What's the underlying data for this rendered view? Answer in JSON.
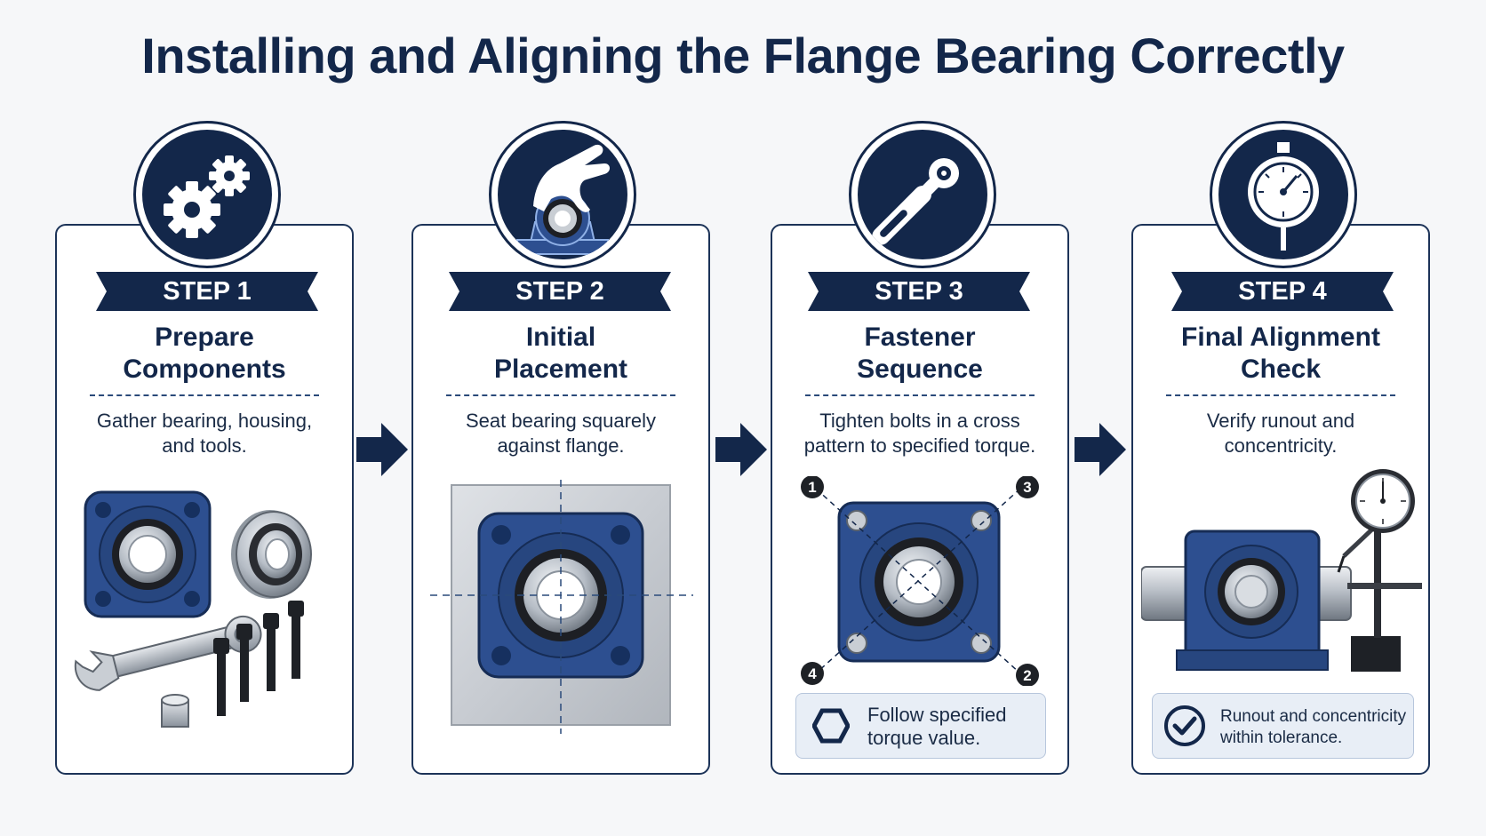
{
  "title": "Installing and Aligning the Flange Bearing Correctly",
  "colors": {
    "navy": "#13274a",
    "bearing_blue": "#2d4f90",
    "card_border": "#1c3358",
    "note_bg": "#e8eef6"
  },
  "steps": [
    {
      "label": "STEP 1",
      "title_lines": [
        "Prepare",
        "Components"
      ],
      "desc_lines": [
        "Gather bearing, housing,",
        "and tools."
      ],
      "icon": "gears-icon"
    },
    {
      "label": "STEP 2",
      "title_lines": [
        "Initial",
        "Placement"
      ],
      "desc_lines": [
        "Seat bearing squarely",
        "against flange."
      ],
      "icon": "hand-bearing-icon"
    },
    {
      "label": "STEP 3",
      "title_lines": [
        "Fastener",
        "Sequence"
      ],
      "desc_lines": [
        "Tighten bolts in a cross",
        "pattern to specified torque."
      ],
      "icon": "torque-wrench-icon",
      "bolt_order": [
        "1",
        "3",
        "4",
        "2"
      ],
      "note_lines": [
        "Follow specified",
        "torque value."
      ]
    },
    {
      "label": "STEP 4",
      "title_lines": [
        "Final Alignment",
        "Check"
      ],
      "desc_lines": [
        "Verify runout and",
        "concentricity."
      ],
      "icon": "dial-indicator-icon",
      "note_lines": [
        "Runout and concentricity",
        "within tolerance."
      ]
    }
  ]
}
